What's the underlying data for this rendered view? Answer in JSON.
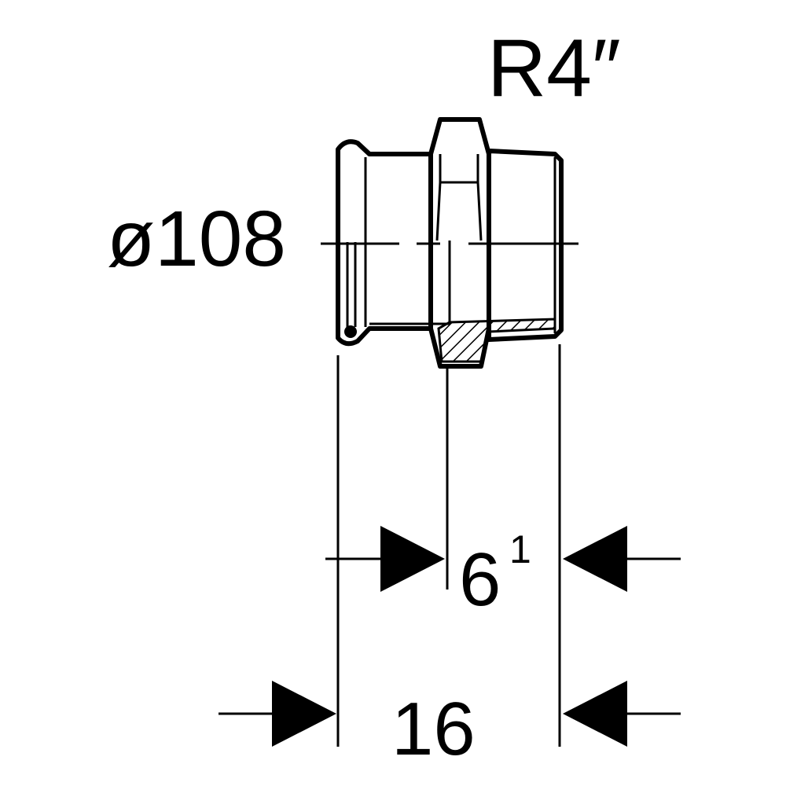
{
  "labels": {
    "thread": "R4″",
    "diameter": "ø108",
    "insert_base": "6",
    "insert_sup": "1",
    "length": "16"
  },
  "colors": {
    "ink": "#000000",
    "paper": "#ffffff"
  }
}
